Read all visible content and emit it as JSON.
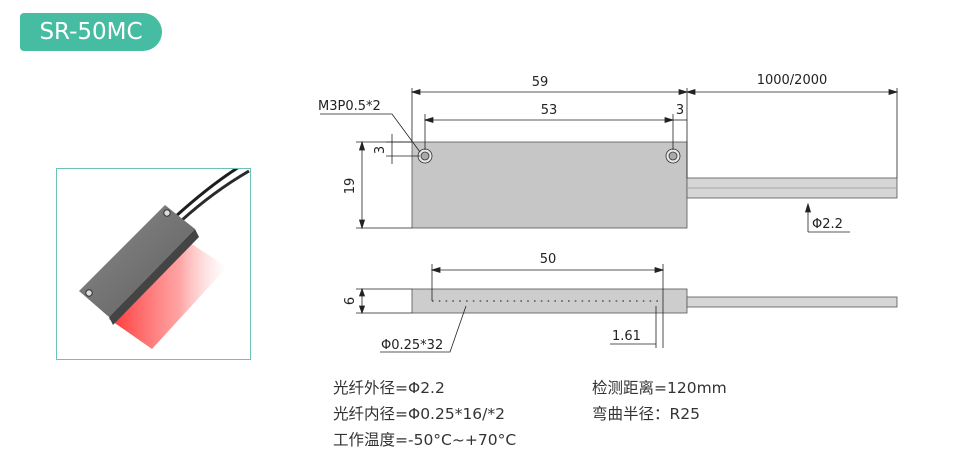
{
  "badge": {
    "model": "SR-50MC"
  },
  "drawing": {
    "dim_total_length": "59",
    "dim_cable_length": "1000/2000",
    "dim_hole_spacing": "53",
    "dim_hole_edge": "3",
    "dim_thread": "M3P0.5*2",
    "dim_hole_height": "3",
    "dim_height": "19",
    "dim_cable_dia": "Φ2.2",
    "dim_array_length": "50",
    "dim_thickness": "6",
    "dim_fiber_array": "Φ0.25*32",
    "dim_end_offset": "1.61"
  },
  "specs": {
    "outer_diameter": "光纤外径=Φ2.2",
    "inner_diameter": "光纤内径=Φ0.25*16/*2",
    "temperature": "工作温度=-50°C~+70°C",
    "detect_distance": "检测距离=120mm",
    "bend_radius": "弯曲半径：R25"
  }
}
